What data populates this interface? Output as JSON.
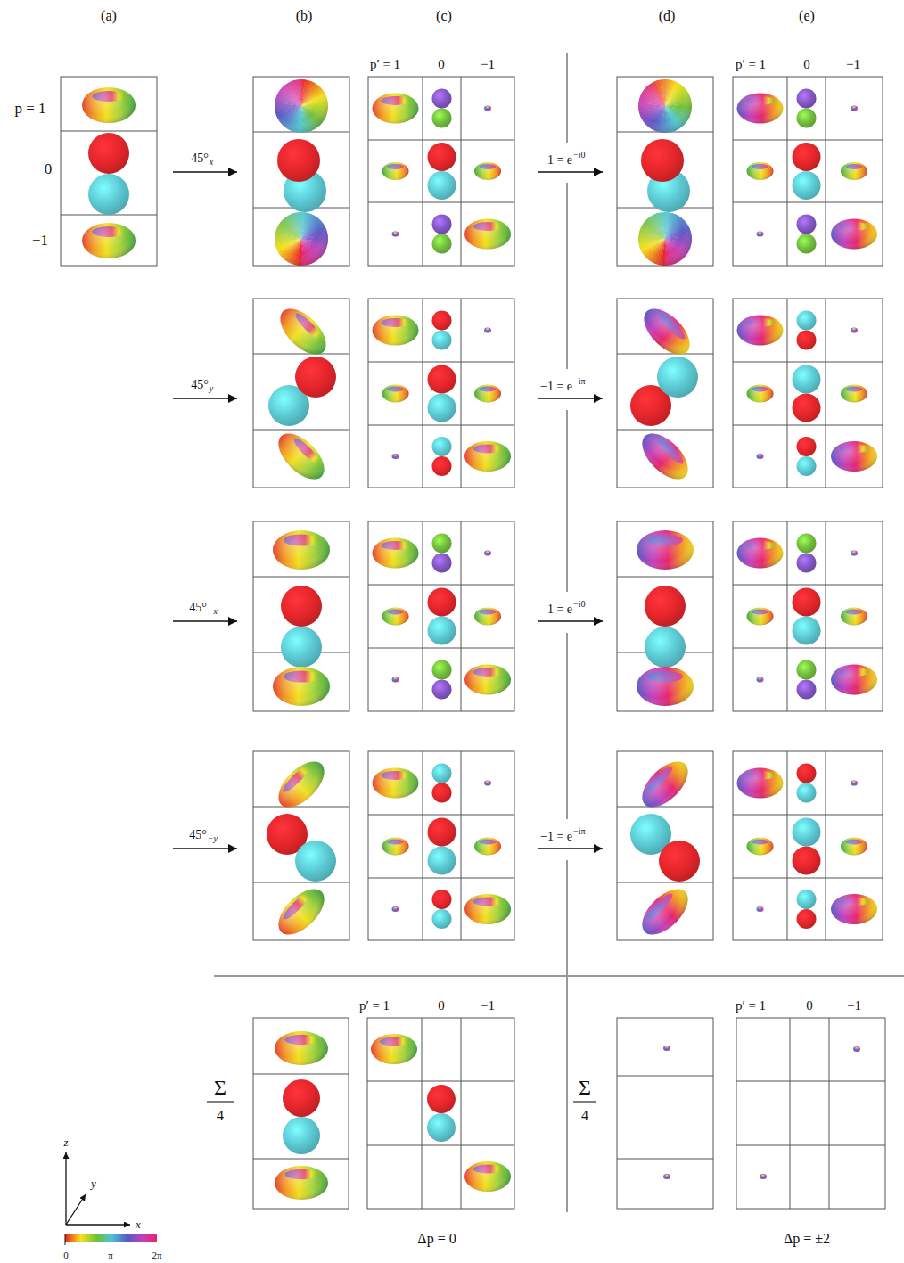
{
  "diagram": {
    "labels": [
      "(a)",
      "(b)",
      "(c)",
      "(d)",
      "(e)",
      "p = 1",
      "0",
      "−1",
      "p′ = 1",
      "0",
      "−1",
      "p′ = 1",
      "0",
      "−1",
      "45°",
      "x",
      "1 = e",
      "−i0",
      "45°",
      "y",
      "−1 = e",
      "−iπ",
      "45°",
      "−x",
      "1 = e",
      "−i0",
      "45°",
      "−y",
      "−1 = e",
      "−iπ",
      "p′ = 1",
      "0",
      "−1",
      "Σ",
      "4",
      "Σ",
      "4",
      "p′ = 1",
      "0",
      "−1",
      "Δp = 0",
      "Δp = ±2",
      "z",
      "y",
      "x",
      "0",
      "π",
      "2π"
    ]
  }
}
